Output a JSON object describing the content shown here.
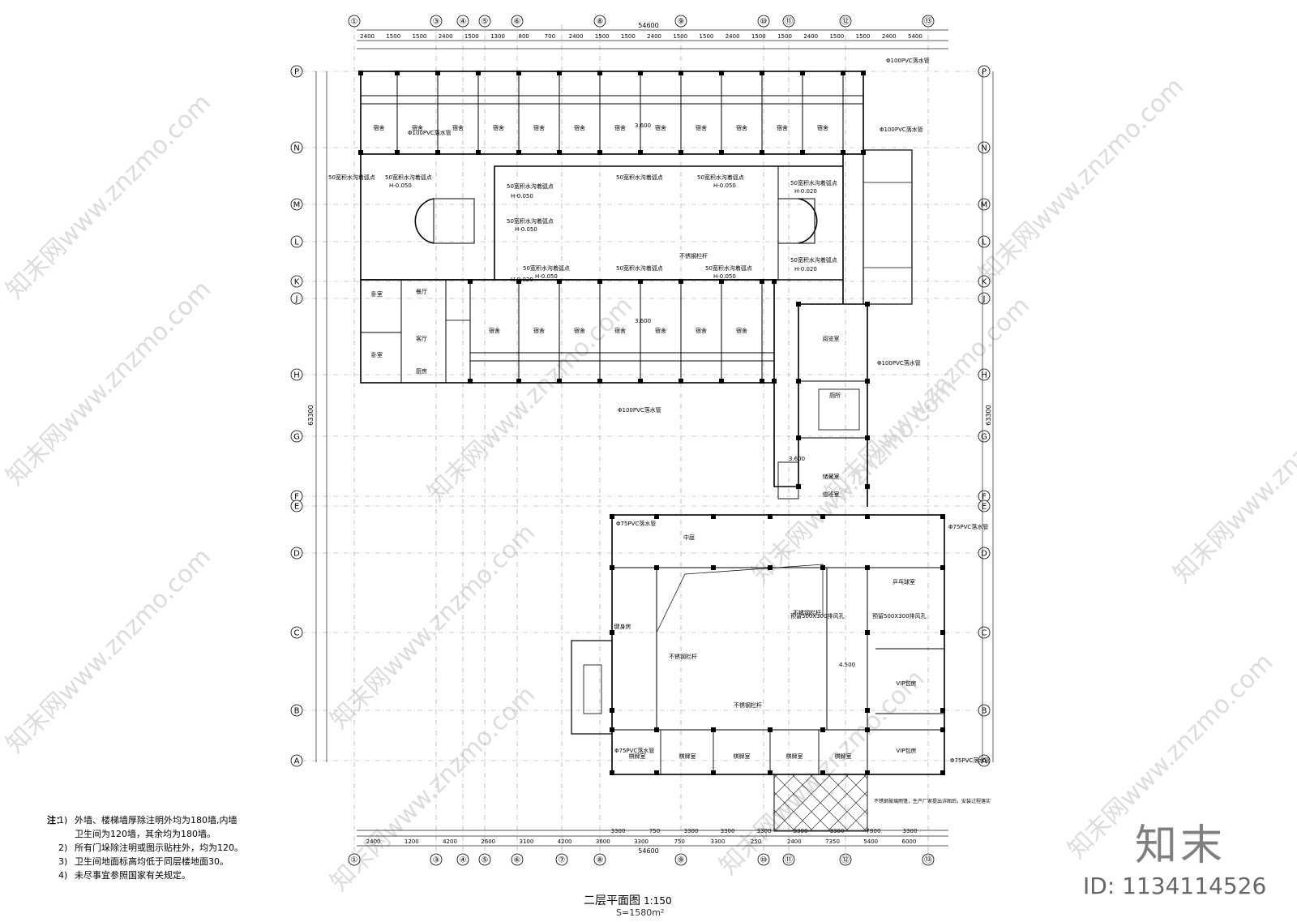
{
  "drawing": {
    "title": "二层平面图",
    "scale": "1:150",
    "area": "S=1580m²"
  },
  "grid_columns": [
    "①",
    "③",
    "④",
    "⑤",
    "⑥",
    "⑧",
    "⑨",
    "⑩",
    "⑪",
    "⑫",
    "⑬"
  ],
  "grid_columns_bottom": [
    "①",
    "③",
    "④",
    "⑤",
    "⑥",
    "⑦",
    "⑧",
    "⑨",
    "⑩",
    "⑪",
    "⑫",
    "⑬"
  ],
  "grid_rows": [
    "P",
    "N",
    "M",
    "L",
    "K",
    "J",
    "H",
    "G",
    "F",
    "E",
    "D",
    "C",
    "B",
    "A"
  ],
  "dimensions": {
    "overall_top": "54600",
    "overall_bottom": "54600",
    "overall_side": "63300",
    "top_chain": [
      "2400",
      "1500",
      "1500",
      "2400",
      "1500",
      "1300",
      "800",
      "700",
      "2400",
      "1500",
      "1500",
      "2400",
      "1500",
      "1500",
      "2400",
      "1500",
      "1500",
      "2400",
      "1500",
      "1500",
      "2400",
      "5400"
    ],
    "bottom_chain": [
      "2400",
      "1200",
      "4200",
      "2600",
      "3100",
      "4200",
      "3600",
      "3300",
      "750",
      "3300",
      "250",
      "2400",
      "7350",
      "5400",
      "6000"
    ],
    "bottom_chain_2": [
      "3300",
      "750",
      "3300",
      "3300",
      "3300",
      "3300",
      "3300",
      "7800",
      "3300"
    ]
  },
  "rooms": {
    "dorm": "宿舍",
    "bedroom": "卧室",
    "living": "客厅",
    "dining": "餐厅",
    "reading": "阅览室",
    "toilet": "厕所",
    "storage": "储藏室",
    "duty": "值班室",
    "gym": "健身房",
    "pingpong": "乒乓球室",
    "chess": "棋牌室",
    "vip": "VIP包房",
    "glass": "中庭",
    "kitchen": "厨房"
  },
  "annotations": {
    "pvc_drain": "Φ100PVC落水管",
    "pvc_drain_2": "Φ75PVC落水管",
    "gutter": "50宽积水沟着弧点",
    "elev_a": "H-0.050",
    "elev_b": "H-0.020",
    "elev_c": "3.600",
    "elev_d": "4.500",
    "railing": "不锈钢栏杆",
    "skylight": "不锈钢玻璃雨篷，生产厂家提出详图后，安装过程落实",
    "floor_hole": "预留500X300排风孔"
  },
  "notes": {
    "label": "注：",
    "items": [
      {
        "n": "1)",
        "text": "外墙、楼梯墙厚除注明外均为180墙,内墙"
      },
      {
        "n": "",
        "text": "卫生间为120墙，其余均为180墙。"
      },
      {
        "n": "2)",
        "text": "所有门垛除注明或图示贴柱外，均为120。"
      },
      {
        "n": "3)",
        "text": "卫生间地面标高均低于同层楼地面30。"
      },
      {
        "n": "4)",
        "text": "未尽事宜参照国家有关规定。"
      }
    ]
  },
  "brand": "知末",
  "doc_id": "ID: 1134114526",
  "watermark": "知末网www.znzmo.com"
}
